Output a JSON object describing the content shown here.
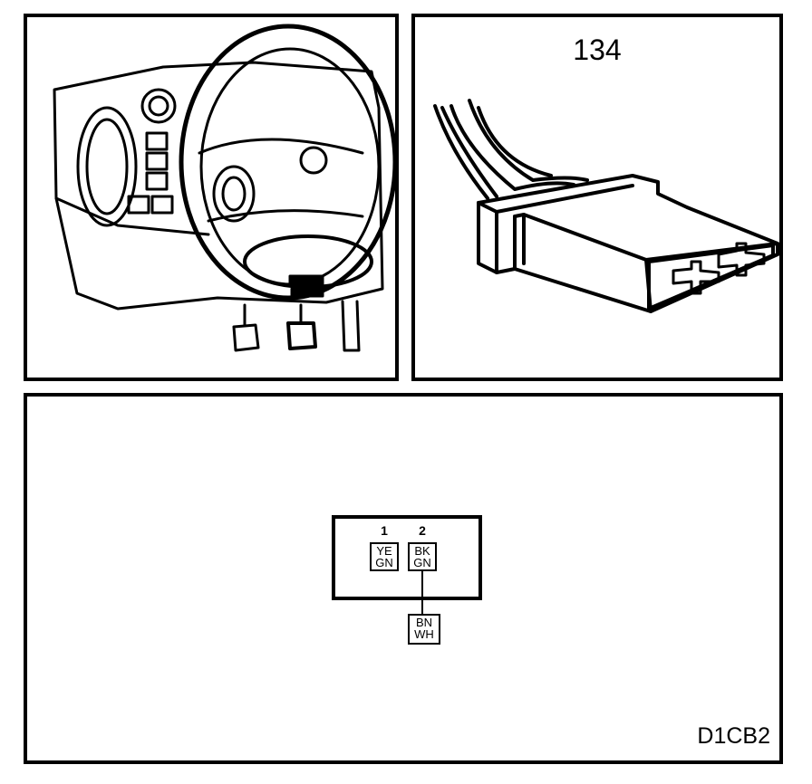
{
  "connector": {
    "number": "134",
    "diagram_code": "D1CB2"
  },
  "pinout": {
    "pins": [
      {
        "number": "1",
        "wire_color_1": "YE",
        "wire_color_2": "GN"
      },
      {
        "number": "2",
        "wire_color_1": "BK",
        "wire_color_2": "GN"
      }
    ],
    "splice_wire": {
      "color_1": "BN",
      "color_2": "WH"
    }
  }
}
